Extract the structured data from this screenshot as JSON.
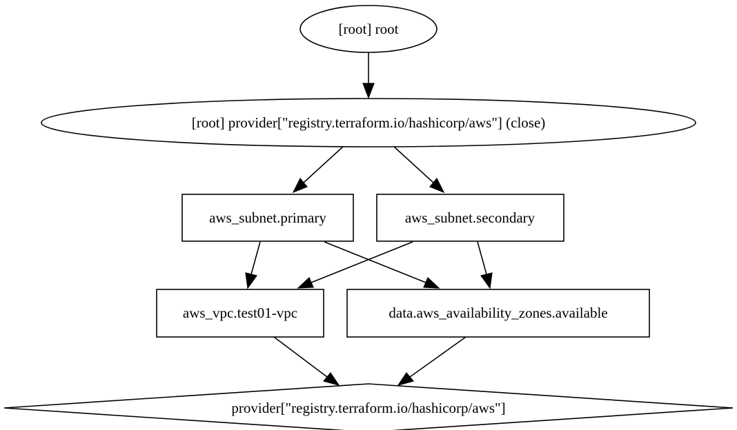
{
  "graph": {
    "nodes": [
      {
        "id": "root",
        "label": "[root] root",
        "shape": "ellipse"
      },
      {
        "id": "provider_close",
        "label": "[root] provider[\"registry.terraform.io/hashicorp/aws\"] (close)",
        "shape": "ellipse"
      },
      {
        "id": "subnet_primary",
        "label": "aws_subnet.primary",
        "shape": "box"
      },
      {
        "id": "subnet_secondary",
        "label": "aws_subnet.secondary",
        "shape": "box"
      },
      {
        "id": "vpc",
        "label": "aws_vpc.test01-vpc",
        "shape": "box"
      },
      {
        "id": "azs",
        "label": "data.aws_availability_zones.available",
        "shape": "box"
      },
      {
        "id": "provider",
        "label": "provider[\"registry.terraform.io/hashicorp/aws\"]",
        "shape": "diamond"
      }
    ],
    "edges": [
      {
        "from": "root",
        "to": "provider_close"
      },
      {
        "from": "provider_close",
        "to": "subnet_primary"
      },
      {
        "from": "provider_close",
        "to": "subnet_secondary"
      },
      {
        "from": "subnet_primary",
        "to": "vpc"
      },
      {
        "from": "subnet_primary",
        "to": "azs"
      },
      {
        "from": "subnet_secondary",
        "to": "vpc"
      },
      {
        "from": "subnet_secondary",
        "to": "azs"
      },
      {
        "from": "vpc",
        "to": "provider"
      },
      {
        "from": "azs",
        "to": "provider"
      }
    ]
  }
}
